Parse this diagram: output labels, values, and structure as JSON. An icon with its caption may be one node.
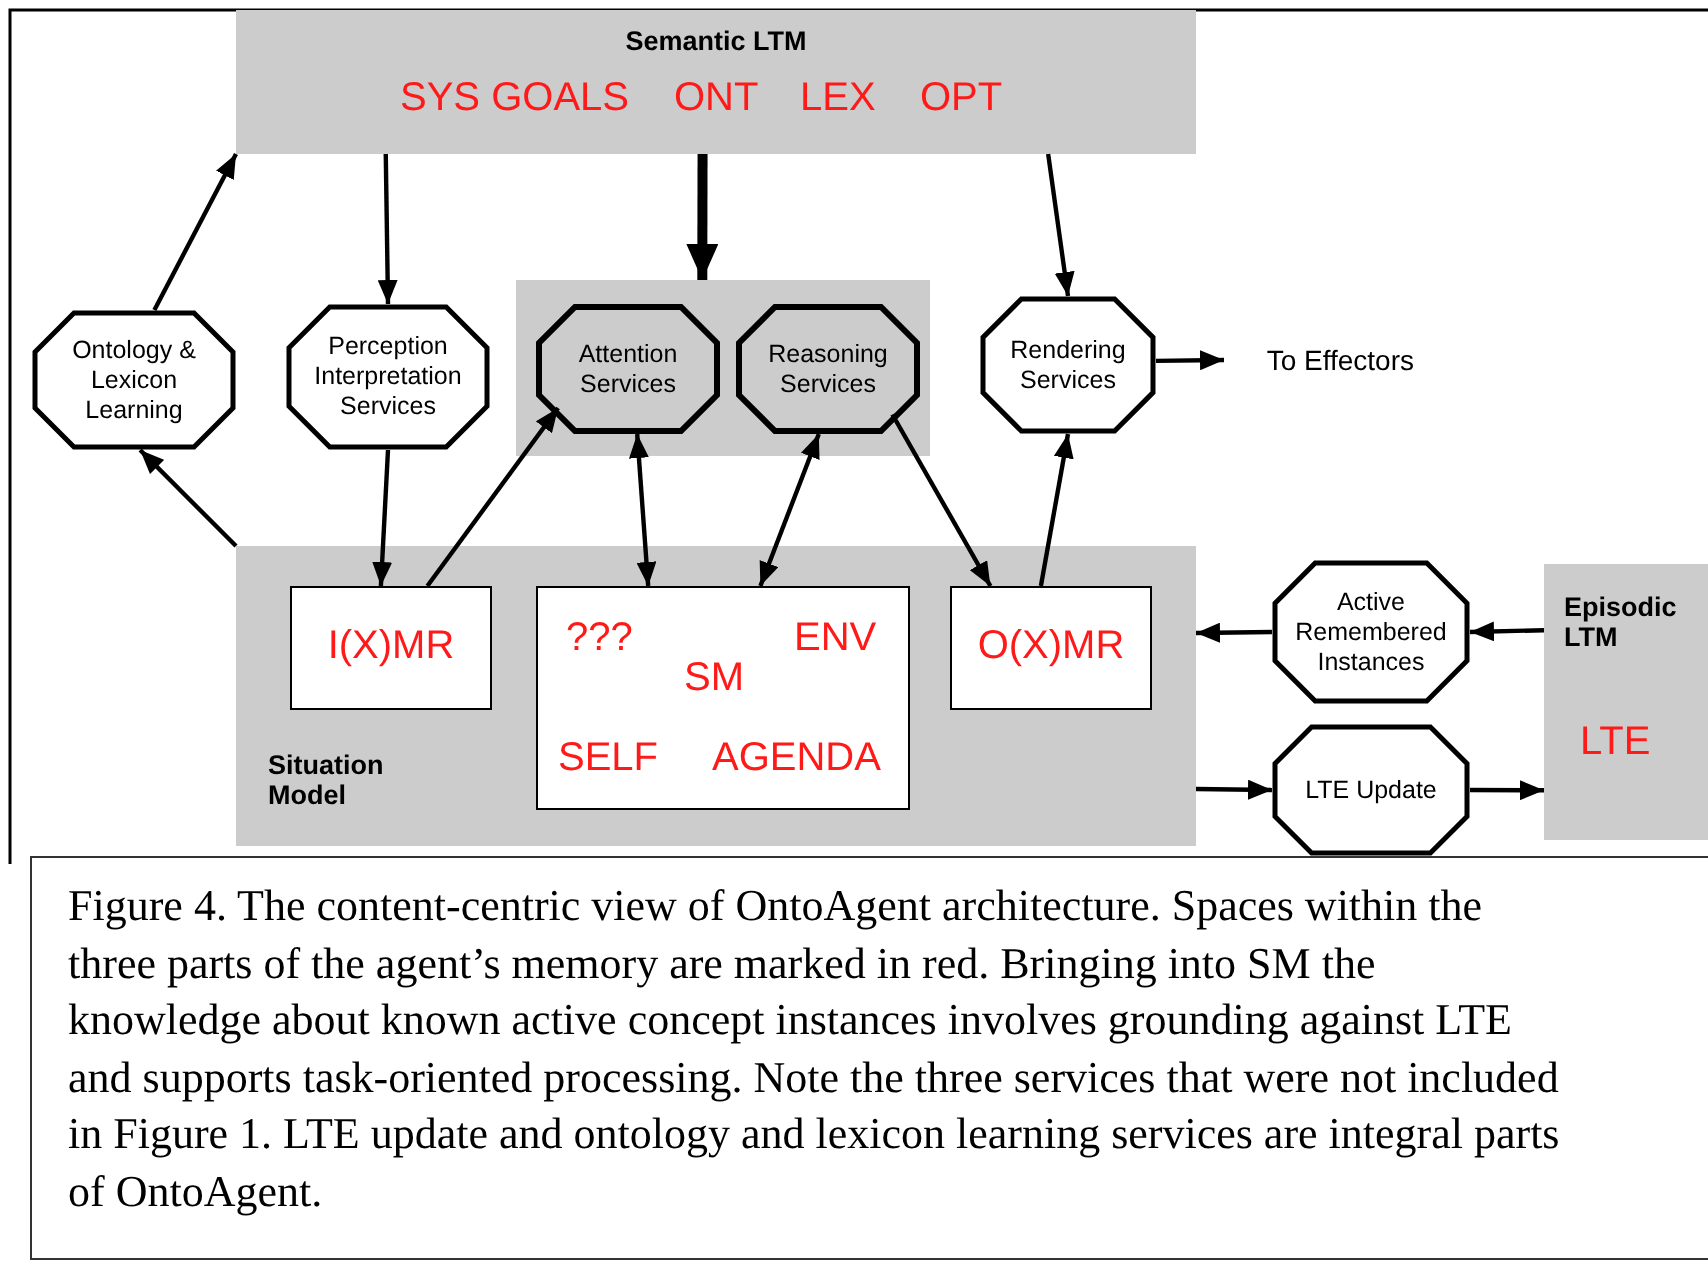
{
  "diagram": {
    "caption": "Figure 4. The content-centric view of OntoAgent architecture. Spaces within the three parts of the agent’s memory are marked in red. Bringing into SM the knowledge about known active concept instances involves grounding against LTE and supports task-oriented processing.  Note the three services that were not included in Figure 1. LTE update and ontology and lexicon learning services are integral parts of OntoAgent.",
    "nodes": [
      {
        "text": [
          "Semantic LTM",
          "SYS GOALS",
          "ONT",
          "LEX",
          "OPT"
        ]
      },
      {
        "text": [
          "Ontology & Lexicon Learning"
        ]
      },
      {
        "text": [
          "Perception Interpretation Services"
        ]
      },
      {
        "text": [],
        "shape": "box"
      },
      {
        "text": [
          "Attention Services"
        ],
        "in": 3
      },
      {
        "text": [
          "Reasoning Services"
        ],
        "in": 3
      },
      {
        "text": [
          "Rendering Services"
        ]
      },
      {
        "text": [
          "To Effectors"
        ]
      },
      {
        "text": [
          "Situation Model"
        ]
      },
      {
        "text": [
          "I(X)MR"
        ],
        "in": 8
      },
      {
        "text": [
          "???",
          "ENV",
          "SM",
          "SELF",
          "AGENDA"
        ],
        "in": 8
      },
      {
        "text": [
          "O(X)MR"
        ],
        "in": 8
      },
      {
        "text": [
          "Active Remembered Instances"
        ]
      },
      {
        "text": [
          "LTE Update"
        ]
      },
      {
        "text": [
          "Episodic LTM",
          "LTE"
        ]
      }
    ],
    "edges": [
      {
        "from": 8,
        "to": 1,
        "arrow": "to"
      },
      {
        "from": 1,
        "to": 0,
        "arrow": "to"
      },
      {
        "from": 0,
        "to": 2,
        "arrow": "to"
      },
      {
        "from": 2,
        "to": 9,
        "arrow": "to"
      },
      {
        "from": 9,
        "to": 4,
        "arrow": "to"
      },
      {
        "from": 0,
        "to": 3,
        "arrow": "to",
        "style": "thick"
      },
      {
        "from": 4,
        "to": 10,
        "arrow": "both"
      },
      {
        "from": 5,
        "to": 10,
        "arrow": "both"
      },
      {
        "from": 5,
        "to": 11,
        "arrow": "to"
      },
      {
        "from": 11,
        "to": 6,
        "arrow": "to"
      },
      {
        "from": 0,
        "to": 6,
        "arrow": "to"
      },
      {
        "from": 6,
        "to": 7,
        "arrow": "to"
      },
      {
        "from": 14,
        "to": 12,
        "arrow": "to"
      },
      {
        "from": 12,
        "to": 8,
        "arrow": "to"
      },
      {
        "from": 8,
        "to": 13,
        "arrow": "to"
      },
      {
        "from": 13,
        "to": 14,
        "arrow": "to"
      }
    ]
  }
}
